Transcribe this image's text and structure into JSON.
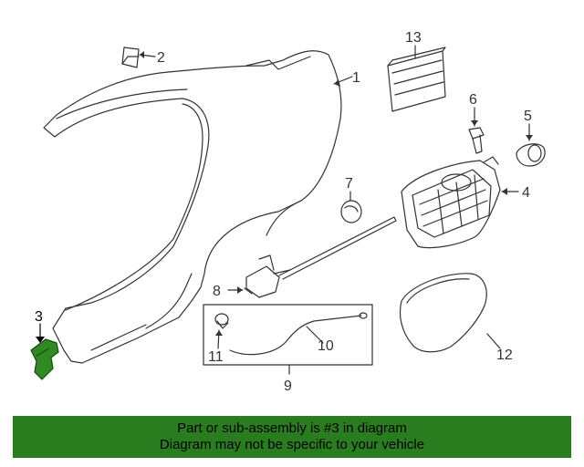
{
  "diagram": {
    "callouts": {
      "p1": "1",
      "p2": "2",
      "p3": "3",
      "p4": "4",
      "p5": "5",
      "p6": "6",
      "p7": "7",
      "p8": "8",
      "p9": "9",
      "p10": "10",
      "p11": "11",
      "p12": "12",
      "p13": "13"
    },
    "highlighted_part": "3",
    "colors": {
      "line": "#333333",
      "highlight_fill": "#2f8a22",
      "highlight_text": "#000000"
    }
  },
  "banner": {
    "line1": "Part or sub-assembly is #3 in diagram",
    "line2": "Diagram may not be specific to your vehicle",
    "background": "#2a7d1e",
    "text_color": "#000000"
  }
}
